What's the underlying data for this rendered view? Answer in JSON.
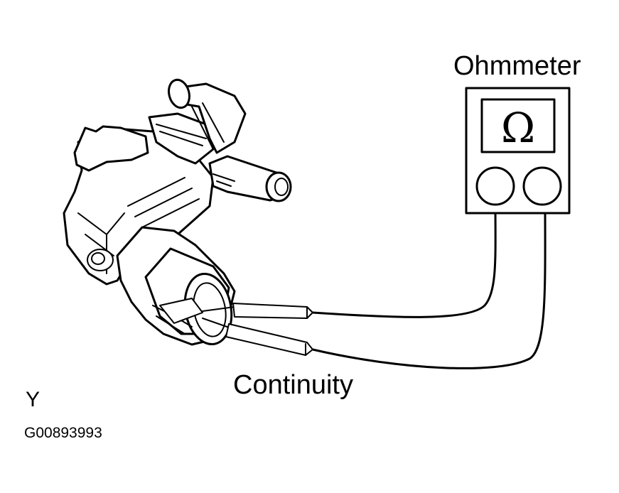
{
  "labels": {
    "instrument": "Ohmmeter",
    "omega_symbol": "Ω",
    "test": "Continuity",
    "corner_letter": "Y",
    "figure_code": "G00893993"
  }
}
